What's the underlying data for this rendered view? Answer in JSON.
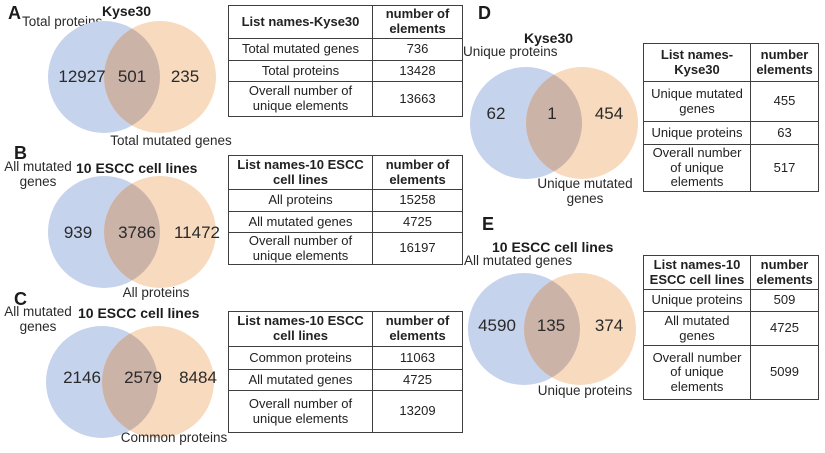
{
  "colors": {
    "venn_blue": "#c6d3ed",
    "venn_orange": "#f8dabf",
    "venn_overlap": "#ccb3a8"
  },
  "panels": {
    "a": {
      "letter": "A",
      "title": "Kyse30",
      "venn": {
        "left_label": "Total proteins",
        "right_label": "Total mutated genes",
        "left_value": "12927",
        "overlap_value": "501",
        "right_value": "235"
      },
      "table": {
        "header_names": "List names-Kyse30",
        "header_count": "number of elements",
        "rows": [
          {
            "name": "Total mutated genes",
            "value": "736"
          },
          {
            "name": "Total proteins",
            "value": "13428"
          },
          {
            "name": "Overall number of unique elements",
            "value": "13663"
          }
        ]
      }
    },
    "b": {
      "letter": "B",
      "title": "10 ESCC cell lines",
      "venn": {
        "left_label": "All mutated genes",
        "right_label": "All proteins",
        "left_value": "939",
        "overlap_value": "3786",
        "right_value": "11472"
      },
      "table": {
        "header_names": "List names-10 ESCC cell lines",
        "header_count": "number of elements",
        "rows": [
          {
            "name": "All proteins",
            "value": "15258"
          },
          {
            "name": "All mutated genes",
            "value": "4725"
          },
          {
            "name": "Overall number of unique elements",
            "value": "16197"
          }
        ]
      }
    },
    "c": {
      "letter": "C",
      "title": "10 ESCC cell lines",
      "venn": {
        "left_label": "All mutated genes",
        "right_label": "Common proteins",
        "left_value": "2146",
        "overlap_value": "2579",
        "right_value": "8484"
      },
      "table": {
        "header_names": "List names-10 ESCC cell lines",
        "header_count": "number of elements",
        "rows": [
          {
            "name": "Common proteins",
            "value": "11063"
          },
          {
            "name": "All mutated genes",
            "value": "4725"
          },
          {
            "name": "Overall number of unique elements",
            "value": "13209"
          }
        ]
      }
    },
    "d": {
      "letter": "D",
      "title": "Kyse30",
      "venn": {
        "left_label": "Unique proteins",
        "right_label": "Unique mutated genes",
        "left_value": "62",
        "overlap_value": "1",
        "right_value": "454"
      },
      "table": {
        "header_names": "List names-Kyse30",
        "header_count": "number elements",
        "rows": [
          {
            "name": "Unique mutated genes",
            "value": "455"
          },
          {
            "name": "Unique proteins",
            "value": "63"
          },
          {
            "name": "Overall number of unique elements",
            "value": "517"
          }
        ]
      }
    },
    "e": {
      "letter": "E",
      "title": "10 ESCC cell lines",
      "venn": {
        "left_label": "All mutated genes",
        "right_label": "Unique proteins",
        "left_value": "4590",
        "overlap_value": "135",
        "right_value": "374"
      },
      "table": {
        "header_names": "List names-10 ESCC cell lines",
        "header_count": "number elements",
        "rows": [
          {
            "name": "Unique proteins",
            "value": "509"
          },
          {
            "name": "All mutated genes",
            "value": "4725"
          },
          {
            "name": "Overall number of unique elements",
            "value": "5099"
          }
        ]
      }
    }
  }
}
